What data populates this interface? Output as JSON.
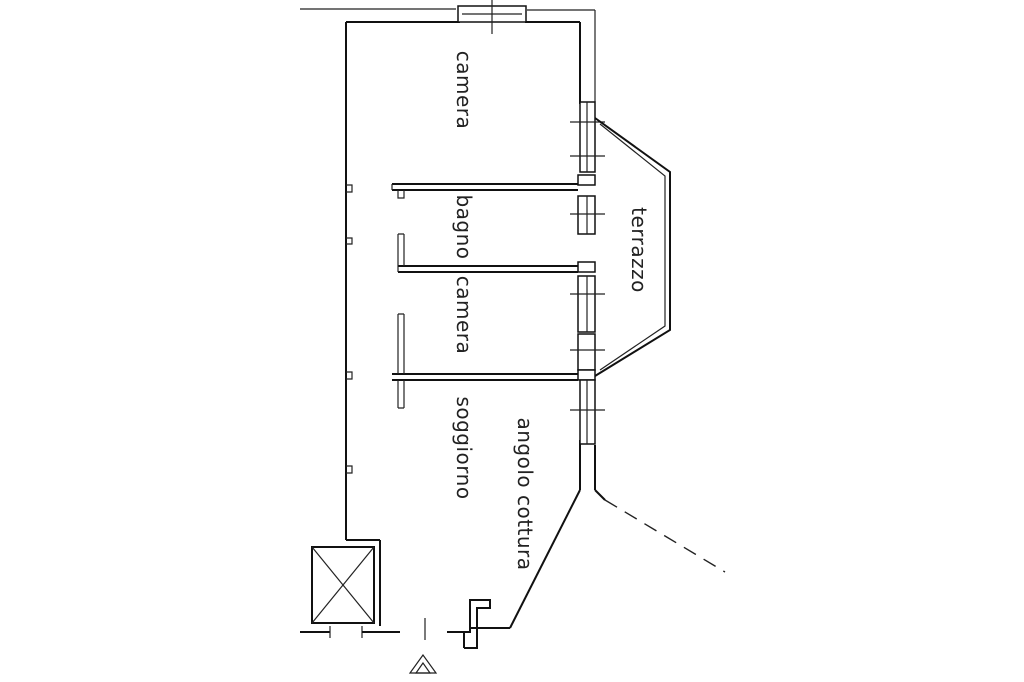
{
  "rooms": {
    "camera_top": "camera",
    "bagno": "bagno",
    "camera_mid": "camera",
    "soggiorno": "soggiorno",
    "angolo_cottura": "angolo cottura",
    "terrazzo": "terrazzo"
  }
}
